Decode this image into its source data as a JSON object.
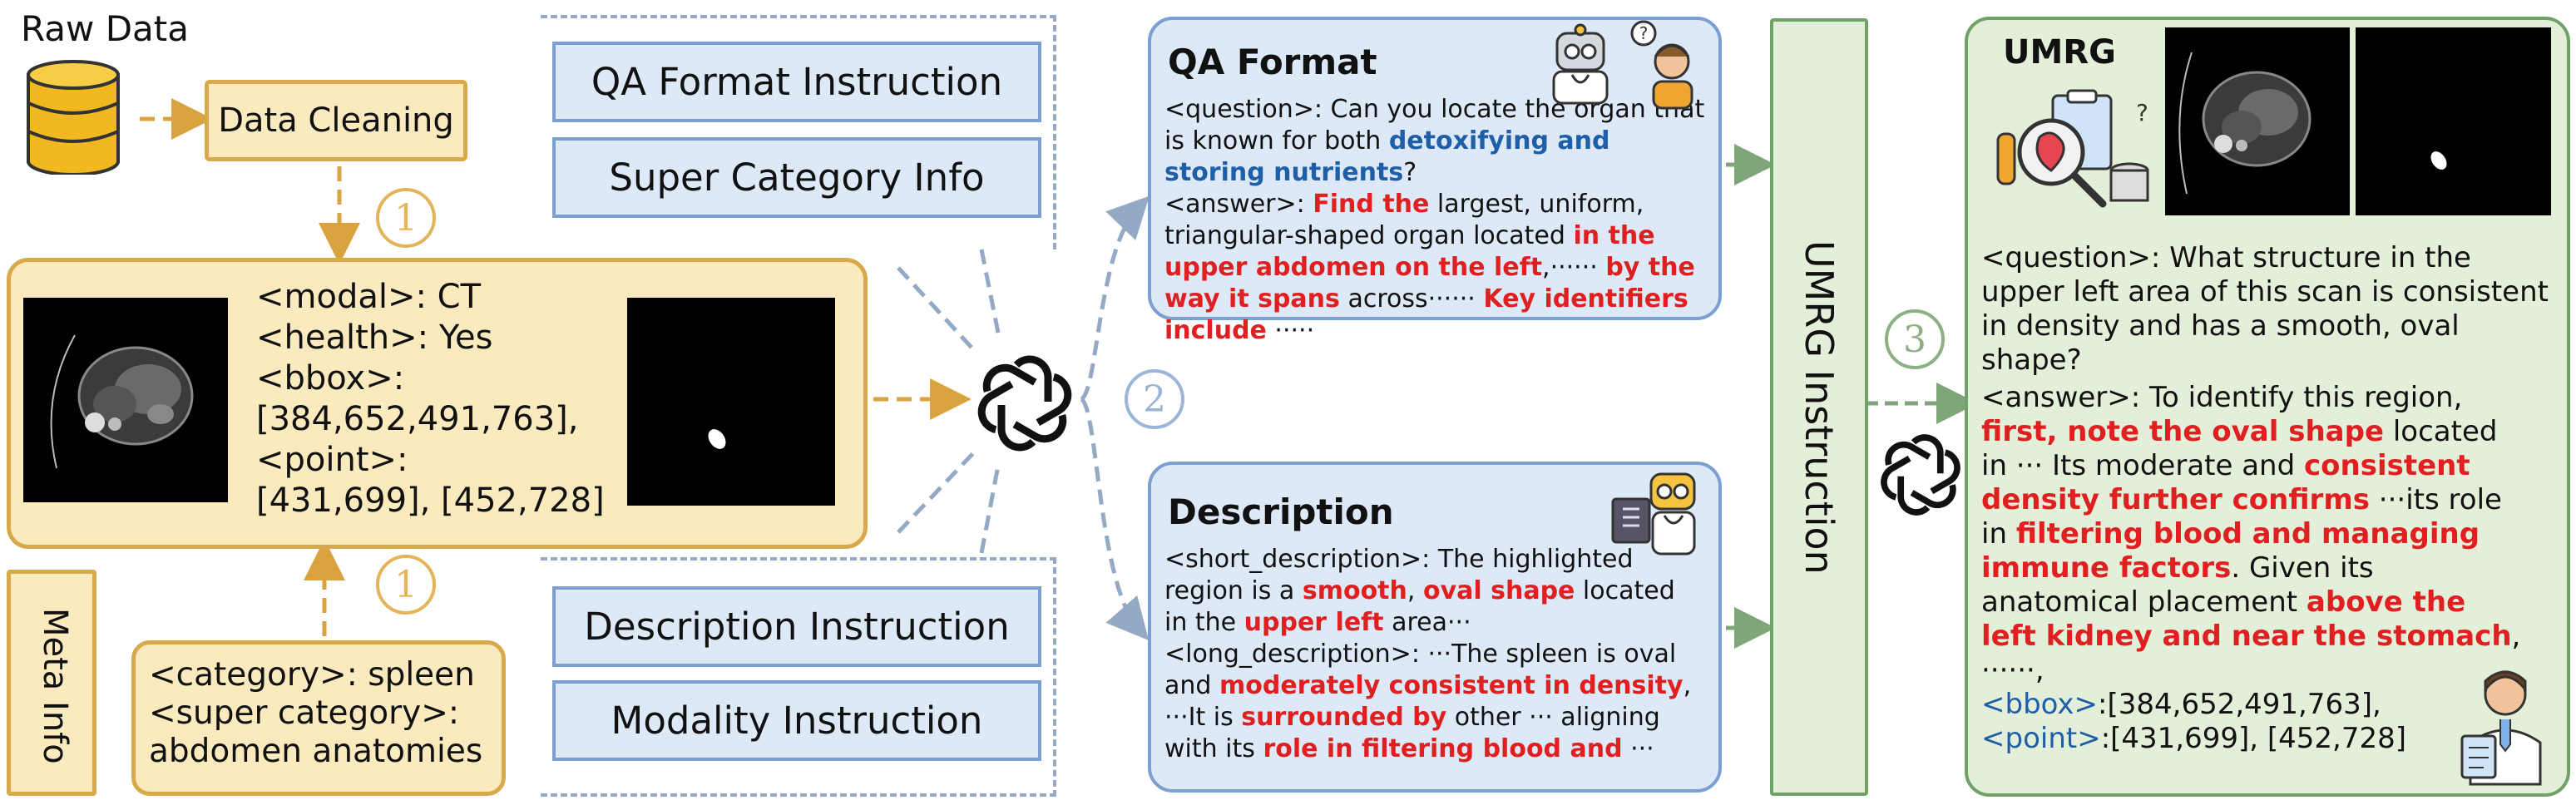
{
  "raw_data": {
    "label": "Raw Data"
  },
  "data_cleaning": {
    "label": "Data Cleaning"
  },
  "step_numbers": {
    "one": "1",
    "two": "2",
    "three": "3"
  },
  "record": {
    "modal": "<modal>: CT",
    "health": "<health>: Yes",
    "bbox_key": "<bbox>:",
    "bbox_val": "[384,652,491,763],",
    "point_key": "<point>:",
    "point_val": "[431,699], [452,728]"
  },
  "meta_info": {
    "label": "Meta Info",
    "category": "<category>: spleen",
    "super_category_key": "<super category>:",
    "super_category_val": "abdomen anatomies"
  },
  "instructions": {
    "qa_format": "QA Format Instruction",
    "super_category": "Super Category Info",
    "description": "Description Instruction",
    "modality": "Modality Instruction"
  },
  "qa_format": {
    "title": "QA Format",
    "q_prefix": "<question>: Can you locate the organ that is known for both ",
    "q_highlight": "detoxifying and storing nutrients",
    "q_suffix": "?",
    "a_key": "<answer>: ",
    "a_red1": "Find the",
    "a_text1": " largest, uniform, triangular-shaped organ located ",
    "a_red2": "in the upper abdomen on the left",
    "a_text2": ",······ ",
    "a_red3": "by the way it spans",
    "a_text3": " across······ ",
    "a_red4": "Key identifiers include",
    "a_text4": " ·····"
  },
  "description": {
    "title": "Description",
    "short_key": "<short_description>: The highlighted region is a ",
    "short_red1": "smooth",
    "short_t1": ", ",
    "short_red2": "oval shape",
    "short_t2": " located in the ",
    "short_red3": "upper left",
    "short_t3": " area···",
    "long_key": "<long_description>: ···The spleen is oval and ",
    "long_red1": "moderately consistent in density",
    "long_t1": ", ···It is ",
    "long_red2": "surrounded by",
    "long_t2": " other ··· aligning with its ",
    "long_red3": "role in filtering blood and",
    "long_t3": " ···"
  },
  "umrg_instruction": {
    "label": "UMRG Instruction"
  },
  "umrg": {
    "title": "UMRG",
    "question": "<question>: What structure in the upper left area of this scan is consistent in density and has a smooth, oval shape?",
    "a_key": "<answer>: To identify this region, ",
    "a_red1": "first, note the oval shape",
    "a_t1": " located in ··· Its moderate and ",
    "a_red2": "consistent density further confirms",
    "a_t2": " ···its role in ",
    "a_red3": "filtering blood and managing immune factors",
    "a_t3": ".  Given its anatomical placement ",
    "a_red4": "above the left kidney and near the stomach",
    "a_t4": ", ······,",
    "bbox_key": "<bbox>",
    "bbox_val": ":[384,652,491,763],",
    "point_key": "<point>",
    "point_val": ":[431,699], [452,728]"
  },
  "colors": {
    "yellow_fill": "#faeabe",
    "yellow_border": "#d8a94a",
    "blue_fill": "#dde9f7",
    "blue_border": "#7b9fd0",
    "green_fill": "#e3efd9",
    "green_border": "#6fa267",
    "highlight_red": "#e02020",
    "highlight_blue": "#1f5fa8"
  },
  "icons": [
    "database-icon",
    "ct-scan-image",
    "segmentation-mask-image",
    "openai-logo-icon",
    "robot-doctor-icon",
    "patient-icon",
    "medical-analysis-icon",
    "doctor-icon"
  ]
}
